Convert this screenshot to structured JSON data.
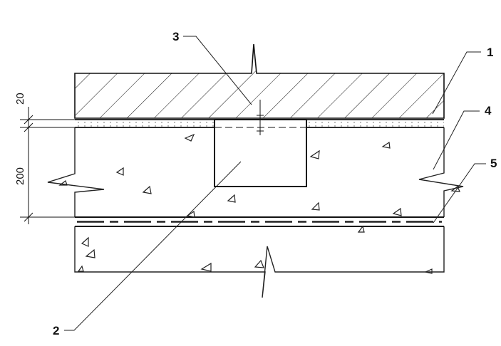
{
  "callouts": {
    "c1": "1",
    "c2": "2",
    "c3": "3",
    "c4": "4",
    "c5": "5"
  },
  "dimensions": {
    "top_layer": "20",
    "slab": "200"
  },
  "colors": {
    "line": "#111111",
    "background": "#ffffff"
  }
}
